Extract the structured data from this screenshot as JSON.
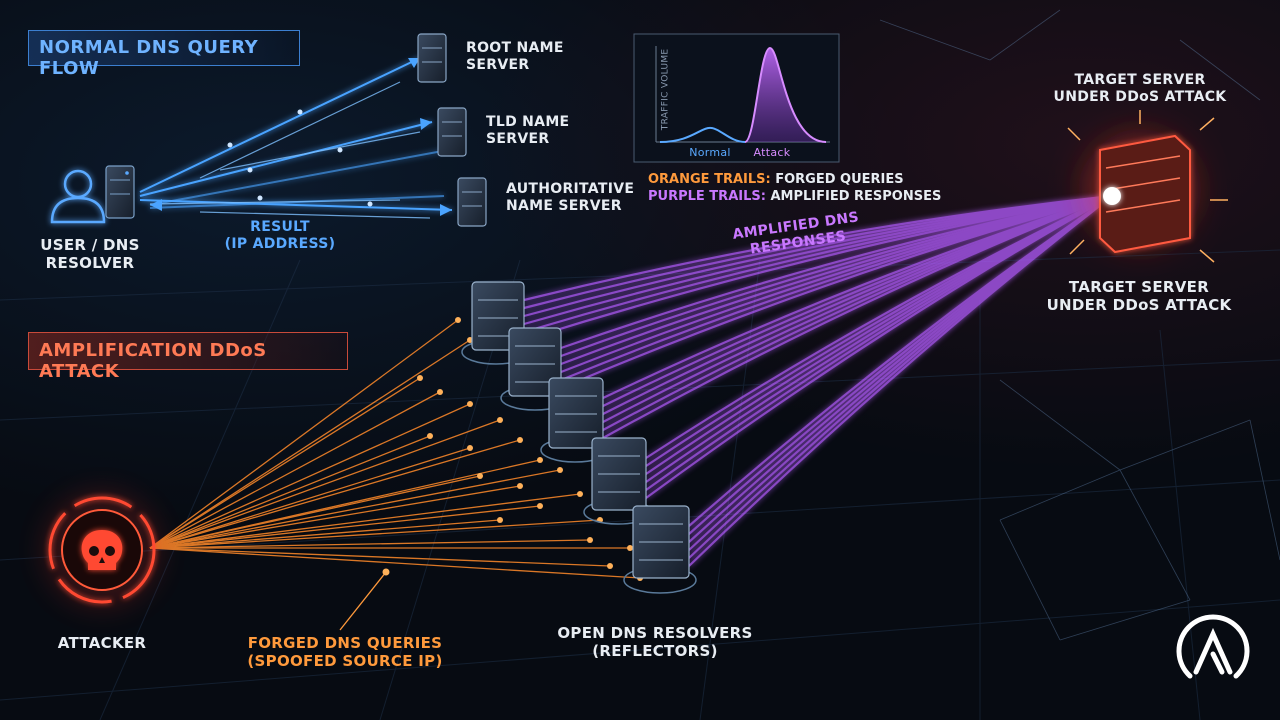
{
  "sections": {
    "normal_title": "NORMAL DNS QUERY FLOW",
    "attack_title": "AMPLIFICATION DDoS ATTACK"
  },
  "nodes": {
    "user": "USER / DNS\nRESOLVER",
    "root": "ROOT NAME\nSERVER",
    "tld": "TLD NAME\nSERVER",
    "authoritative": "AUTHORITATIVE\nNAME SERVER",
    "target_top": "TARGET SERVER\nUNDER DDoS ATTACK",
    "target_bottom": "TARGET SERVER\nUNDER DDoS ATTACK",
    "attacker": "ATTACKER",
    "reflectors": "OPEN DNS RESOLVERS\n(REFLECTORS)"
  },
  "flows": {
    "result": "RESULT\n(IP ADDRESS)",
    "amplified": "AMPLIFIED DNS RESPONSES",
    "forged": "FORGED DNS QUERIES\n(SPOOFED SOURCE IP)"
  },
  "legend": {
    "orange_key": "ORANGE TRAILS:",
    "orange_value": "FORGED QUERIES",
    "purple_key": "PURPLE TRAILS:",
    "purple_value": "AMPLIFIED RESPONSES"
  },
  "chart_data": {
    "type": "area",
    "ylabel": "TRAFFIC VOLUME",
    "categories": [
      "Normal",
      "Attack"
    ],
    "values": [
      0.15,
      1.0
    ]
  },
  "colors": {
    "normal": "#4aa3ff",
    "forged": "#ff8a2a",
    "amplified": "#b45cff",
    "target": "#ff3b2f"
  },
  "icons": [
    "user-icon",
    "server-icon",
    "skull-icon",
    "logo-icon"
  ]
}
